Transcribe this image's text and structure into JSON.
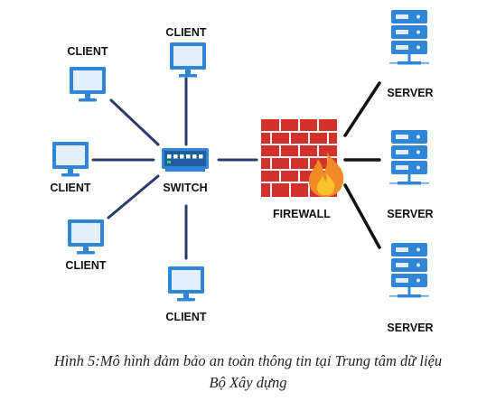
{
  "labels": {
    "client": "CLIENT",
    "switch": "SWITCH",
    "firewall": "FIREWALL",
    "server": "SERVER"
  },
  "caption": {
    "line1": "Hình 5:Mô hình đảm bảo an toàn thông tin tại Trung tâm dữ liệu",
    "line2": "Bộ Xây dựng"
  },
  "colors": {
    "device_blue": "#2F86D6",
    "screen_light": "#E3F0FB",
    "link_line": "#2B3A67",
    "server_line": "#111111",
    "brick": "#D3312B",
    "flame_orange": "#F08A24",
    "flame_yellow": "#F9C22E"
  },
  "icons": [
    "monitor-icon",
    "network-switch-icon",
    "firewall-brick-icon",
    "flame-icon",
    "server-rack-icon"
  ]
}
